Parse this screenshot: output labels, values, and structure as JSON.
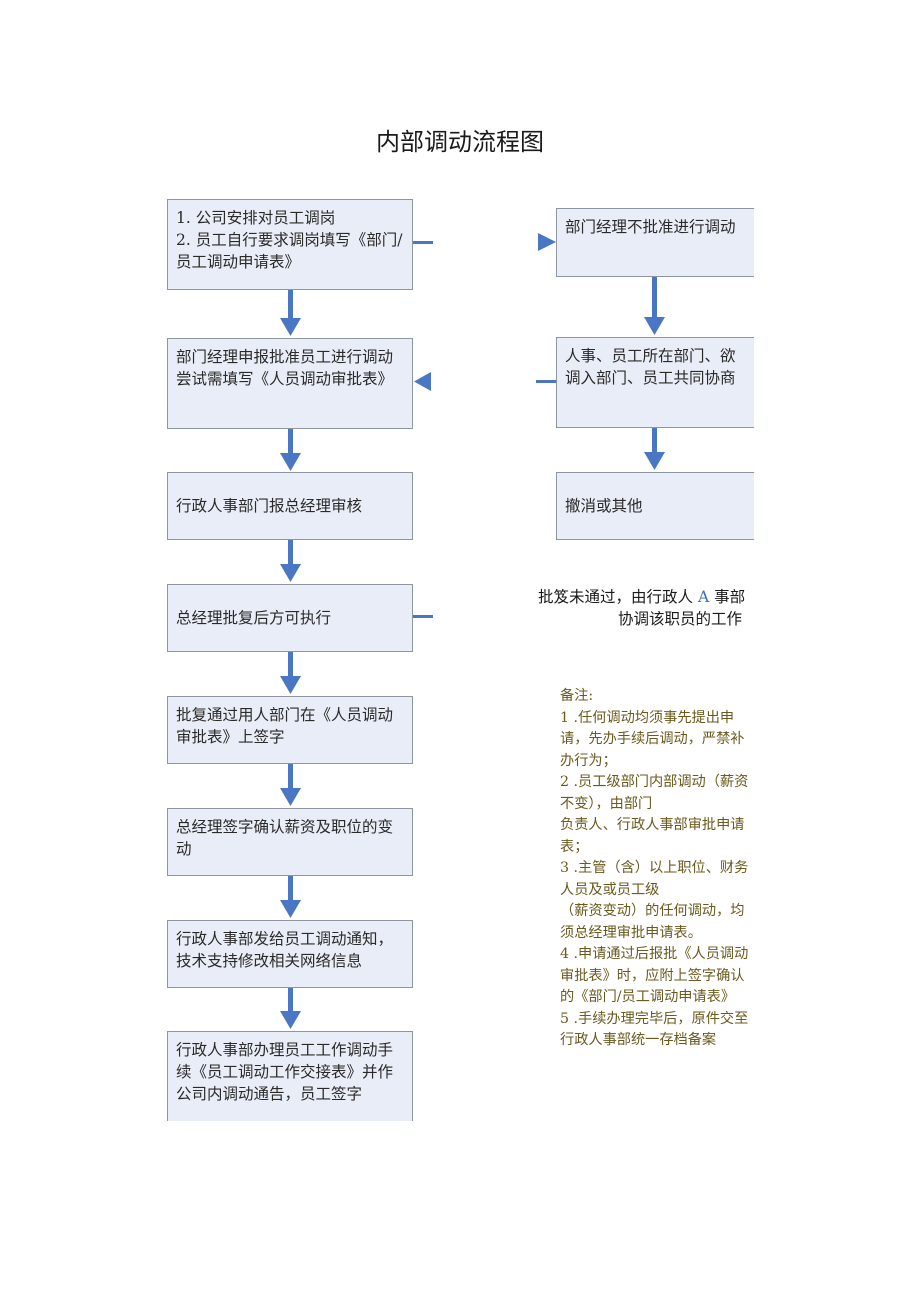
{
  "title": "内部调动流程图",
  "flow_left": [
    "1. 公司安排对员工调岗\n2. 员工自行要求调岗填写《部门/员工调动申请表》",
    "部门经理申报批准员工进行调动尝试需填写《人员调动审批表》",
    "行政人事部门报总经理审核",
    "总经理批复后方可执行",
    "批复通过用人部门在《人员调动审批表》上签字",
    "总经理签字确认薪资及职位的变动",
    "行政人事部发给员工调动通知，技术支持修改相关网络信息",
    "行政人事部办理员工工作调动手续《员工调动工作交接表》并作公司内调动通告，员工签字"
  ],
  "flow_right": [
    "部门经理不批准进行调动",
    "人事、员工所在部门、欲调入部门、员工共同协商",
    "撤消或其他"
  ],
  "reject_note": {
    "part1": "批笈未通过，由行政人",
    "part2": "A",
    "part3": "事部",
    "line2": "协调该职员的工作"
  },
  "remarks": "备注:\n1 .任何调动均须事先提出申请，先办手续后调动，严禁补办行为；\n2 .员工级部门内部调动（薪资不变），由部门\n负责人、行政人事部审批申请表；\n3 .主管（含）以上职位、财务人员及或员工级\n（薪资变动）的任何调动，均须总经理审批申请表。\n4 .申请通过后报批《人员调动审批表》时，应附上签字确认的《部门/员工调动申请表》\n5 .手续办理完毕后，原件交至行政人事部统一存档备案",
  "colors": {
    "box_fill": "#e9edf7",
    "box_border": "#8e95a3",
    "arrow": "#4a77c4",
    "remarks_text": "#6a5a1e"
  }
}
